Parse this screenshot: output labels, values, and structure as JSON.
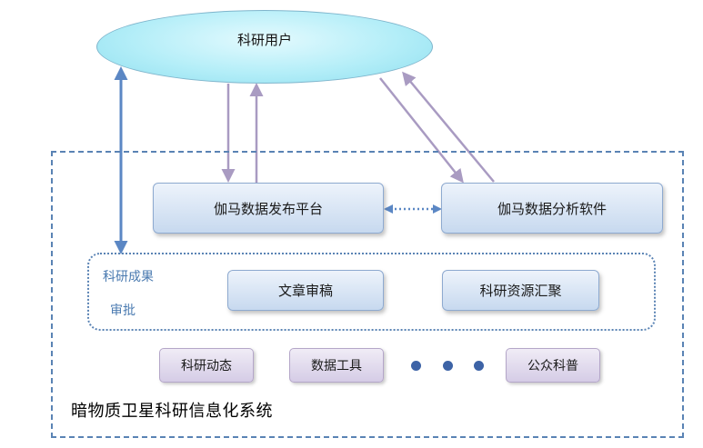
{
  "user": {
    "label": "科研用户"
  },
  "system": {
    "title": "暗物质卫星科研信息化系统"
  },
  "platforms": {
    "publish": "伽马数据发布平台",
    "analysis": "伽马数据分析软件"
  },
  "approval": {
    "label_line1": "科研成果",
    "label_line2": "审批",
    "items": [
      "文章审稿",
      "科研资源汇聚"
    ]
  },
  "modules": [
    "科研动态",
    "数据工具",
    "公众科普"
  ],
  "colors": {
    "frame": "#5a83b4",
    "arrow_blue": "#5b87c4",
    "arrow_purple": "#a99bc2",
    "ellipse": "#b4eef8",
    "dots": "#3d63a6"
  }
}
